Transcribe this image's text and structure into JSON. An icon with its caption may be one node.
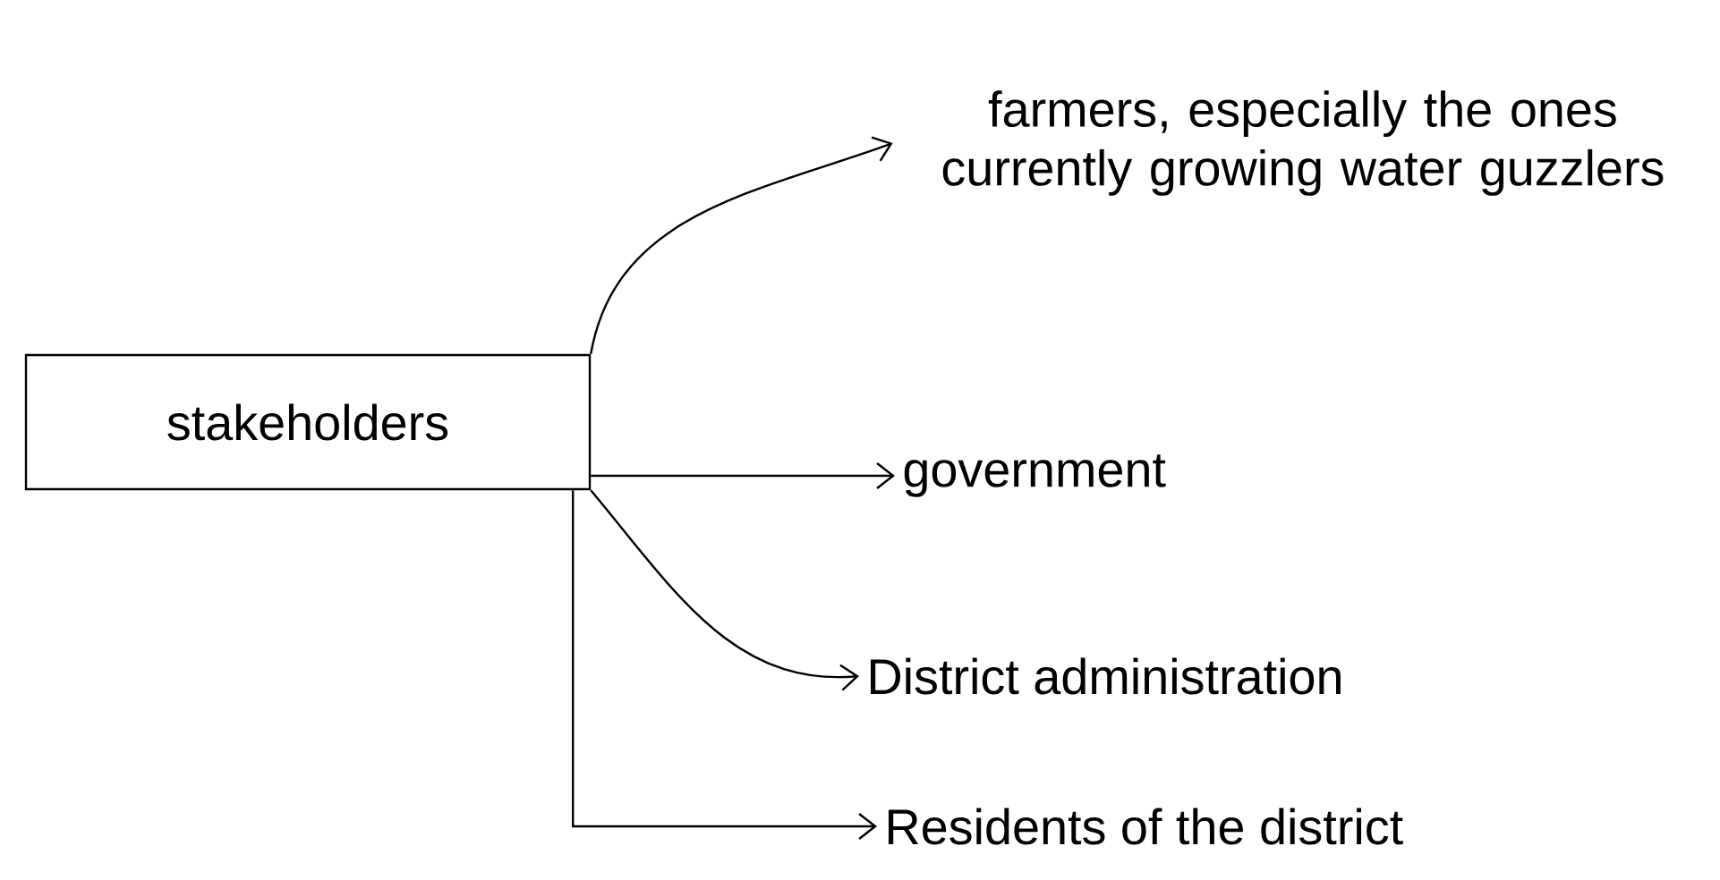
{
  "diagram": {
    "nodes": [
      {
        "text": [
          "stakeholders"
        ]
      },
      {
        "text": [
          "farmers, especially the ones currently growing water guzzlers"
        ]
      },
      {
        "text": [
          "government"
        ]
      },
      {
        "text": [
          "District administration"
        ]
      },
      {
        "text": [
          "Residents of the district"
        ]
      }
    ],
    "edges": [
      {
        "from": 0,
        "to": 1,
        "arrow": "to"
      },
      {
        "from": 0,
        "to": 2,
        "arrow": "to"
      },
      {
        "from": 0,
        "to": 3,
        "arrow": "to"
      },
      {
        "from": 0,
        "to": 4,
        "arrow": "to"
      }
    ]
  }
}
